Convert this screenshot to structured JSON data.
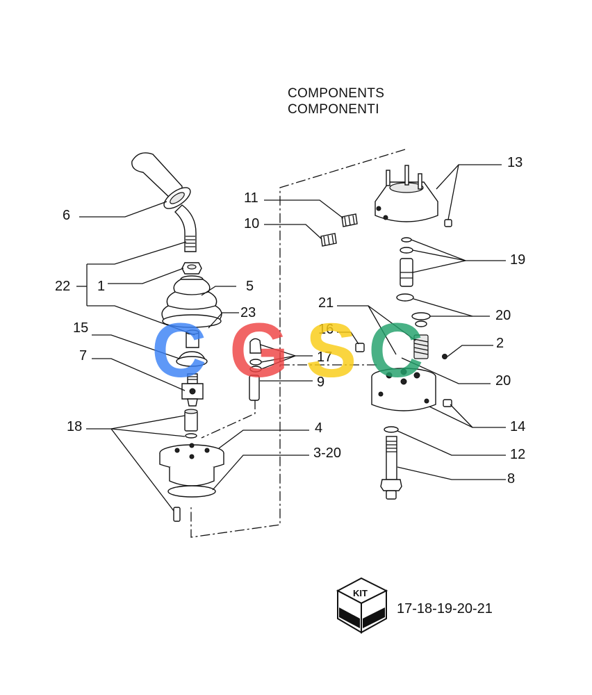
{
  "title": {
    "line1": "COMPONENTS",
    "line2": "COMPONENTI"
  },
  "callouts": {
    "c1": "1",
    "c2": "2",
    "c3_20": "3-20",
    "c4": "4",
    "c5": "5",
    "c6": "6",
    "c7": "7",
    "c8": "8",
    "c9": "9",
    "c10": "10",
    "c11": "11",
    "c12": "12",
    "c13": "13",
    "c14": "14",
    "c15": "15",
    "c16": "16",
    "c17": "17",
    "c18": "18",
    "c19": "19",
    "c20a": "20",
    "c20b": "20",
    "c21": "21",
    "c22": "22",
    "c23": "23"
  },
  "kit": {
    "label": "KIT",
    "numbers": "17-18-19-20-21"
  },
  "watermark": {
    "letters": [
      "C",
      "G",
      "S",
      "C"
    ],
    "colors": [
      "#3b82f6",
      "#ef4444",
      "#facc15",
      "#22a06b"
    ]
  }
}
